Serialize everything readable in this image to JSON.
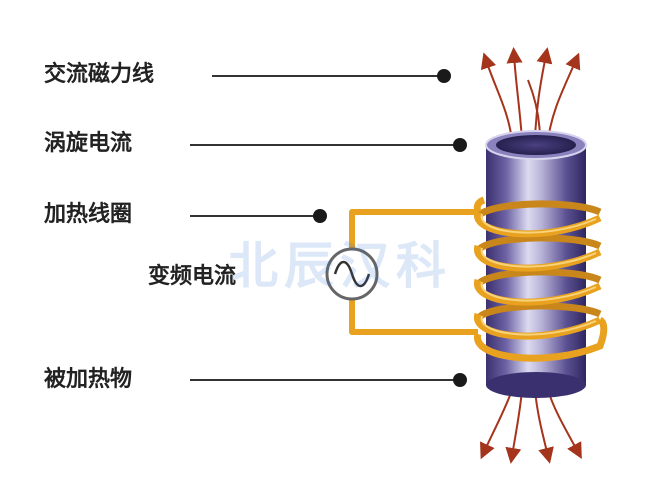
{
  "labels": {
    "magnetic_field_lines": "交流磁力线",
    "eddy_current": "涡旋电流",
    "heating_coil": "加热线圈",
    "ac_current": "变频电流",
    "heated_object": "被加热物"
  },
  "watermark": "北辰汉科",
  "colors": {
    "coil": "#e8a21f",
    "workpiece": "#5a4e8e",
    "field_lines": "#a5341c",
    "text": "#222222"
  }
}
